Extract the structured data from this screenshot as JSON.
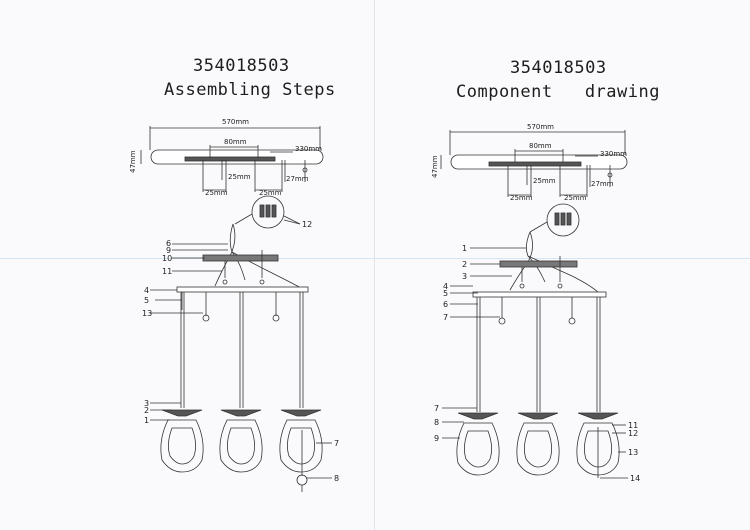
{
  "left": {
    "code": "354018503",
    "heading": "Assembling Steps",
    "dims": {
      "total": "570mm",
      "spacing": "80mm",
      "span": "330mm",
      "height": "47mm",
      "a": "25mm",
      "b": "25mm",
      "c": "25mm",
      "d": "27mm"
    },
    "callouts": [
      "1",
      "2",
      "3",
      "4",
      "5",
      "6",
      "7",
      "8",
      "9",
      "10",
      "11",
      "12",
      "13"
    ]
  },
  "right": {
    "code": "354018503",
    "heading": "Component   drawing",
    "dims": {
      "total": "570mm",
      "spacing": "80mm",
      "span": "330mm",
      "height": "47mm",
      "a": "25mm",
      "b": "25mm",
      "c": "25mm",
      "d": "27mm"
    },
    "callouts": [
      "1",
      "2",
      "3",
      "4",
      "5",
      "6",
      "7",
      "7",
      "8",
      "9",
      "11",
      "12",
      "13",
      "14"
    ]
  }
}
